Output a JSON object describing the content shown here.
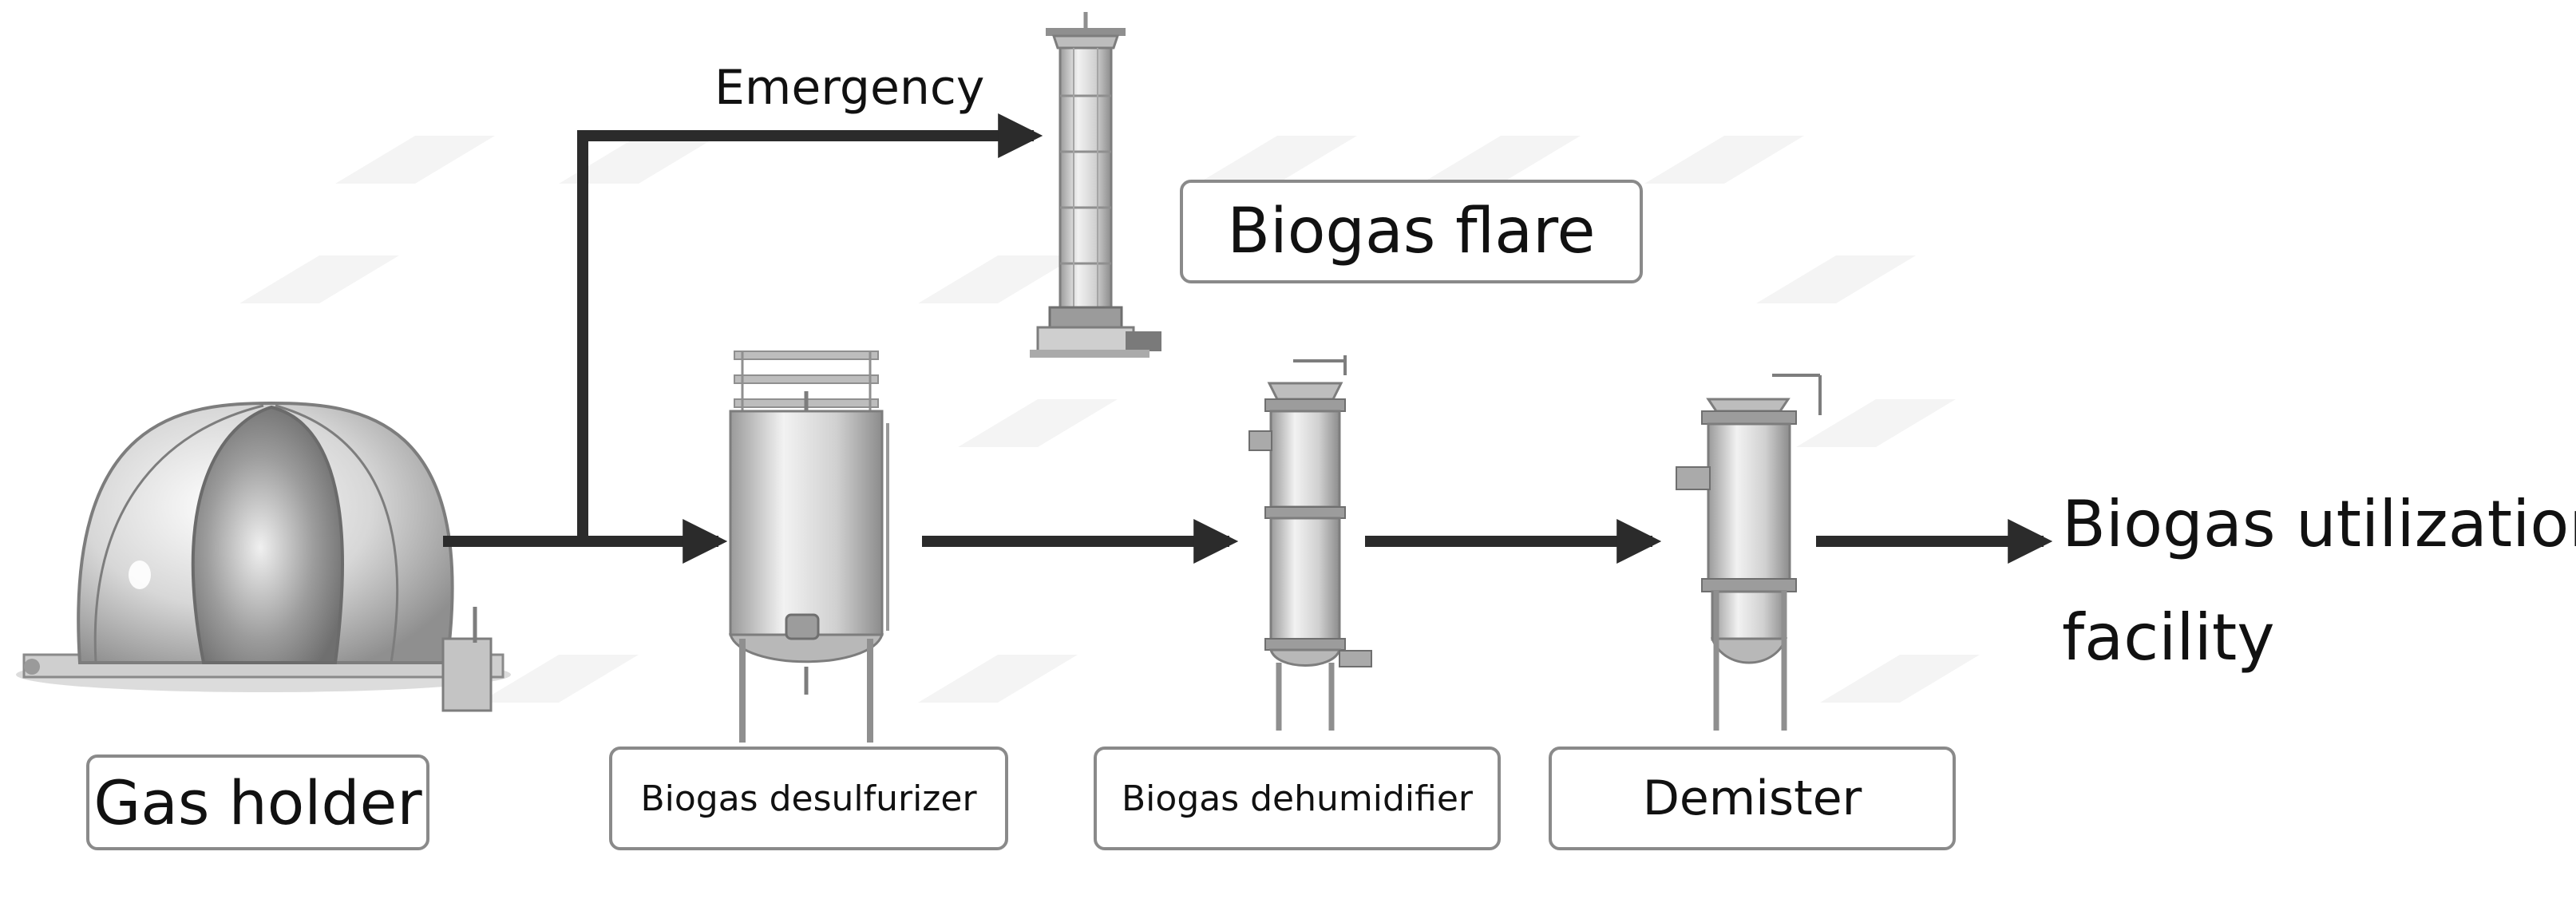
{
  "diagram": {
    "emergency_label": "Emergency",
    "flare_label": "Biogas flare",
    "gas_holder_label": "Gas holder",
    "desulfurizer_label": "Biogas desulfurizer",
    "dehumidifier_label": "Biogas dehumidifier",
    "demister_label": "Demister",
    "output_label_line1": "Biogas utilization",
    "output_label_line2": "facility",
    "arrow_color": "#2b2b2b",
    "equipment_color": "#c9c9c9",
    "label_border_color": "#8a8a8a"
  }
}
